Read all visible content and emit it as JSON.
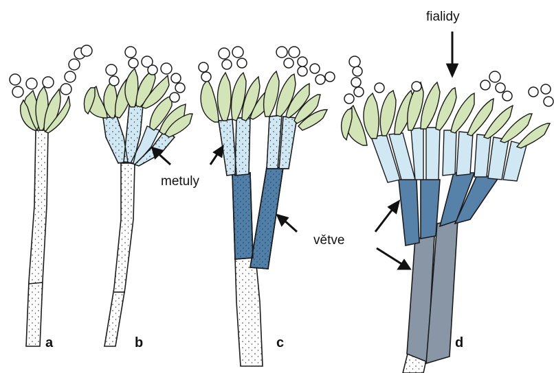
{
  "labels": {
    "phialides": "fialidy",
    "metulae": "metuly",
    "branches": "větve"
  },
  "panels": [
    "a",
    "b",
    "c",
    "d"
  ],
  "colors": {
    "phialide": "#d3e4b6",
    "metula": "#cfe8f3",
    "branch_c": "#4f7fa6",
    "branch_d_inner": "#5682aa",
    "branch_d_outer": "#8896a6",
    "stipe": "#ffffff",
    "conidium": "#ffffff",
    "outline": "#1a1a1a"
  }
}
